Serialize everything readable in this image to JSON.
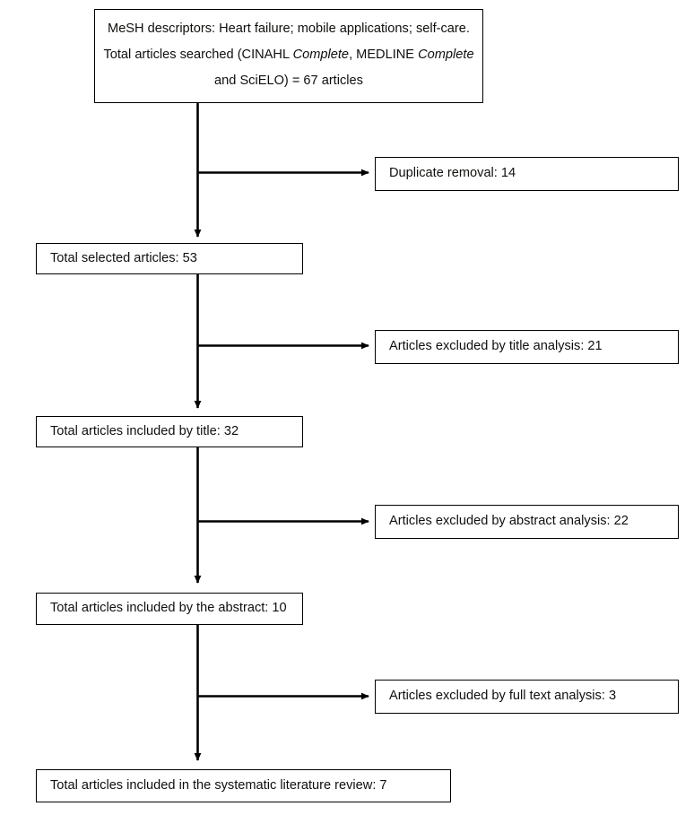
{
  "diagram": {
    "type": "prisma-flow-diagram",
    "title_text": "",
    "accent_color": "#000000",
    "background_color": "#ffffff",
    "nodes": {
      "search_box": {
        "line1": "MeSH descriptors: Heart failure; mobile applications; self-care.",
        "line2_a": "Total articles searched (CINAHL ",
        "line2_b": "Complete",
        "line2_c": ", MEDLINE ",
        "line2_d": "Complete",
        "line3": "and SciELO) = 67 articles",
        "total_searched": 67
      },
      "duplicate_removal": {
        "label": "Duplicate removal: 14",
        "count": 14
      },
      "total_selected": {
        "label": "Total selected articles: 53",
        "count": 53
      },
      "excluded_title": {
        "label": "Articles excluded by title analysis: 21",
        "count": 21
      },
      "included_title": {
        "label": "Total articles included by title: 32",
        "count": 32
      },
      "excluded_abstract": {
        "label": "Articles excluded by abstract analysis: 22",
        "count": 22
      },
      "included_abstract": {
        "label": "Total articles included by the abstract: 10",
        "count": 10
      },
      "excluded_fulltext": {
        "label": "Articles excluded by full text analysis: 3",
        "count": 3
      },
      "included_final": {
        "label": "Total articles included in the systematic literature review: 7",
        "count": 7
      }
    }
  }
}
